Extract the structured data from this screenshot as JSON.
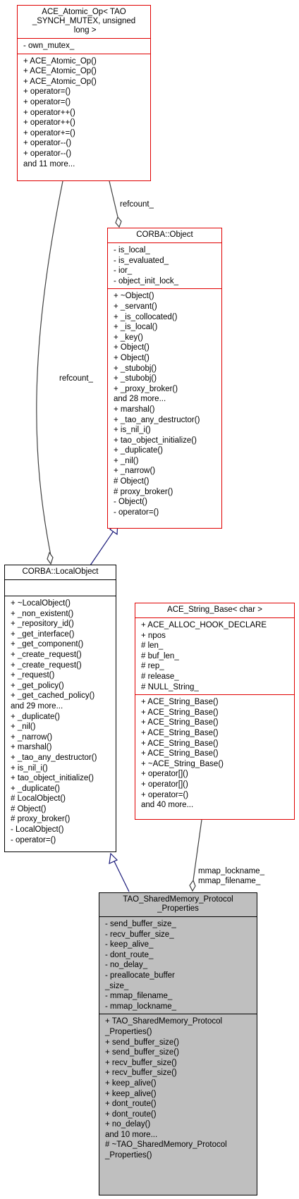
{
  "edges": {
    "refcount_upper": "refcount_",
    "refcount_left": "refcount_",
    "mmap_label_1": "mmap_lockname_",
    "mmap_label_2": "mmap_filename_"
  },
  "ace_atomic_op": {
    "title": "ACE_Atomic_Op< TAO\n_SYNCH_MUTEX, unsigned\n long >",
    "attributes": [
      "- own_mutex_"
    ],
    "methods": [
      "+ ACE_Atomic_Op()",
      "+ ACE_Atomic_Op()",
      "+ ACE_Atomic_Op()",
      "+ operator=()",
      "+ operator=()",
      "+ operator++()",
      "+ operator++()",
      "+ operator+=()",
      "+ operator--()",
      "+ operator--()",
      "and 11 more..."
    ]
  },
  "corba_object": {
    "title": "CORBA::Object",
    "attributes": [
      "- is_local_",
      "- is_evaluated_",
      "- ior_",
      "- object_init_lock_"
    ],
    "methods": [
      "+ ~Object()",
      "+ _servant()",
      "+ _is_collocated()",
      "+ _is_local()",
      "+ _key()",
      "+ Object()",
      "+ Object()",
      "+ _stubobj()",
      "+ _stubobj()",
      "+ _proxy_broker()",
      "and 28 more...",
      "+ marshal()",
      "+ _tao_any_destructor()",
      "+ is_nil_i()",
      "+ tao_object_initialize()",
      "+ _duplicate()",
      "+ _nil()",
      "+ _narrow()",
      "# Object()",
      "# proxy_broker()",
      "- Object()",
      "- operator=()"
    ]
  },
  "corba_localobject": {
    "title": "CORBA::LocalObject",
    "attributes": [],
    "methods": [
      "+ ~LocalObject()",
      "+ _non_existent()",
      "+ _repository_id()",
      "+ _get_interface()",
      "+ _get_component()",
      "+ _create_request()",
      "+ _create_request()",
      "+ _request()",
      "+ _get_policy()",
      "+ _get_cached_policy()",
      "and 29 more...",
      "+ _duplicate()",
      "+ _nil()",
      "+ _narrow()",
      "+ marshal()",
      "+ _tao_any_destructor()",
      "+ is_nil_i()",
      "+ tao_object_initialize()",
      "+ _duplicate()",
      "# LocalObject()",
      "# Object()",
      "# proxy_broker()",
      "- LocalObject()",
      "- operator=()"
    ]
  },
  "ace_string_base": {
    "title": "ACE_String_Base< char >",
    "attributes": [
      "+ ACE_ALLOC_HOOK_DECLARE",
      "+ npos",
      "# len_",
      "# buf_len_",
      "# rep_",
      "# release_",
      "# NULL_String_"
    ],
    "methods": [
      "+ ACE_String_Base()",
      "+ ACE_String_Base()",
      "+ ACE_String_Base()",
      "+ ACE_String_Base()",
      "+ ACE_String_Base()",
      "+ ACE_String_Base()",
      "+ ~ACE_String_Base()",
      "+ operator[]()",
      "+ operator[]()",
      "+ operator=()",
      "and 40 more..."
    ]
  },
  "shm_props": {
    "title": "TAO_SharedMemory_Protocol\n_Properties",
    "attributes": [
      "- send_buffer_size_",
      "- recv_buffer_size_",
      "- keep_alive_",
      "- dont_route_",
      "- no_delay_",
      "- preallocate_buffer\n_size_",
      "- mmap_filename_",
      "- mmap_lockname_"
    ],
    "methods": [
      "+ TAO_SharedMemory_Protocol\n_Properties()",
      "+ send_buffer_size()",
      "+ send_buffer_size()",
      "+ recv_buffer_size()",
      "+ recv_buffer_size()",
      "+ keep_alive()",
      "+ keep_alive()",
      "+ dont_route()",
      "+ dont_route()",
      "+ no_delay()",
      "and 10 more...",
      "# ~TAO_SharedMemory_Protocol\n_Properties()"
    ]
  }
}
